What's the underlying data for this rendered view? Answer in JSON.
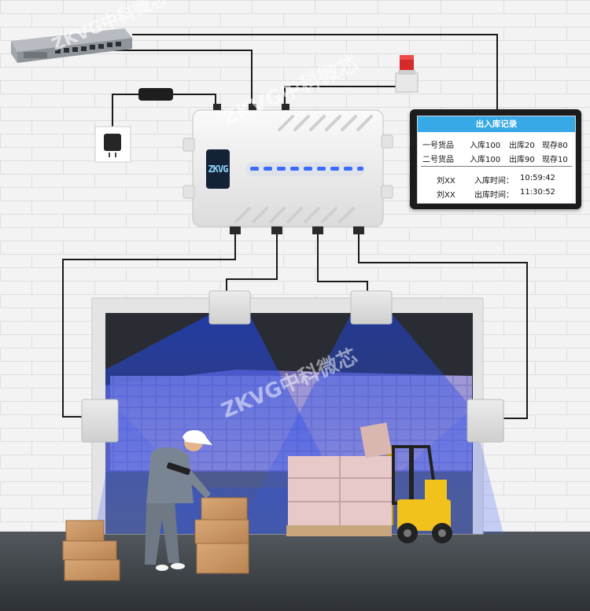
{
  "record_panel": {
    "title": "出入库记录",
    "rows": [
      {
        "item": "一号货品",
        "in": "入库100",
        "out": "出库20",
        "stock": "现存80"
      },
      {
        "item": "二号货品",
        "in": "入库100",
        "out": "出库90",
        "stock": "现存10"
      }
    ],
    "logs": [
      {
        "person": "刘XX",
        "label": "入库时间：",
        "time": "10:59:42"
      },
      {
        "person": "刘XX",
        "label": "出库时间：",
        "time": "11:30:52"
      }
    ]
  },
  "reader": {
    "logo_text": "ZKVG"
  },
  "watermark": {
    "text": "ZKVG中科微芯"
  },
  "colors": {
    "panel_header": "#36a9e6",
    "reader_led": "#3b6cff",
    "antenna_beam": "#2f4fd6",
    "cable": "#1a1a1a",
    "floor": "#3e4348"
  }
}
